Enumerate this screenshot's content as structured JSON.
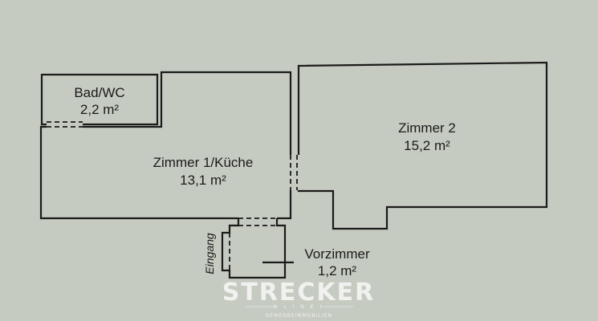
{
  "rooms": [
    {
      "name": "Bad/WC",
      "area": "2,2 m²"
    },
    {
      "name": "Zimmer 1/Küche",
      "area": "13,1 m²"
    },
    {
      "name": "Zimmer 2",
      "area": "15,2 m²"
    },
    {
      "name": "Vorzimmer",
      "area": "1,2 m²"
    }
  ],
  "entrance_label": "Eingang",
  "watermark": {
    "brand": "STRECKER",
    "sub": "O L I N K I",
    "tagline": "GEWERBEIMMOBILIEN"
  },
  "colors": {
    "background": "#c6cbc1",
    "walls": "#1b1b1b"
  }
}
